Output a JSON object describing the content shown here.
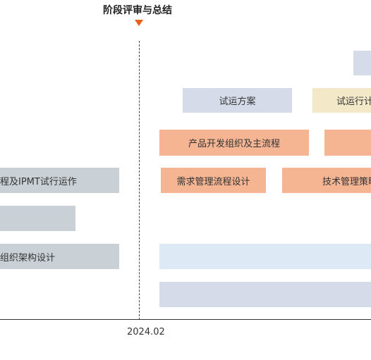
{
  "milestone": {
    "label": "阶段评审与总结",
    "marker_color": "#e8601c"
  },
  "axis": {
    "tick": "2024.02"
  },
  "bars": {
    "top_right_block": "",
    "trial_plan": "试运方案",
    "trial_run_partial": "试运行计",
    "product_dev": "产品开发组织及主流程",
    "product_dev_right": "",
    "ipmt_partial": "程及IPMT试行运作",
    "requirement_design": "需求管理流程设计",
    "tech_mgmt_partial": "技术管理策略",
    "left_gray_row4": "",
    "org_design_partial": "组织架构设计",
    "light_blue_row5": "",
    "lavender_row6": ""
  },
  "colors": {
    "gray": "#c9d0d6",
    "lavender": "#d5dbe8",
    "cream": "#f3e8c8",
    "salmon": "#f5b593",
    "lightblue": "#dde9f5"
  }
}
